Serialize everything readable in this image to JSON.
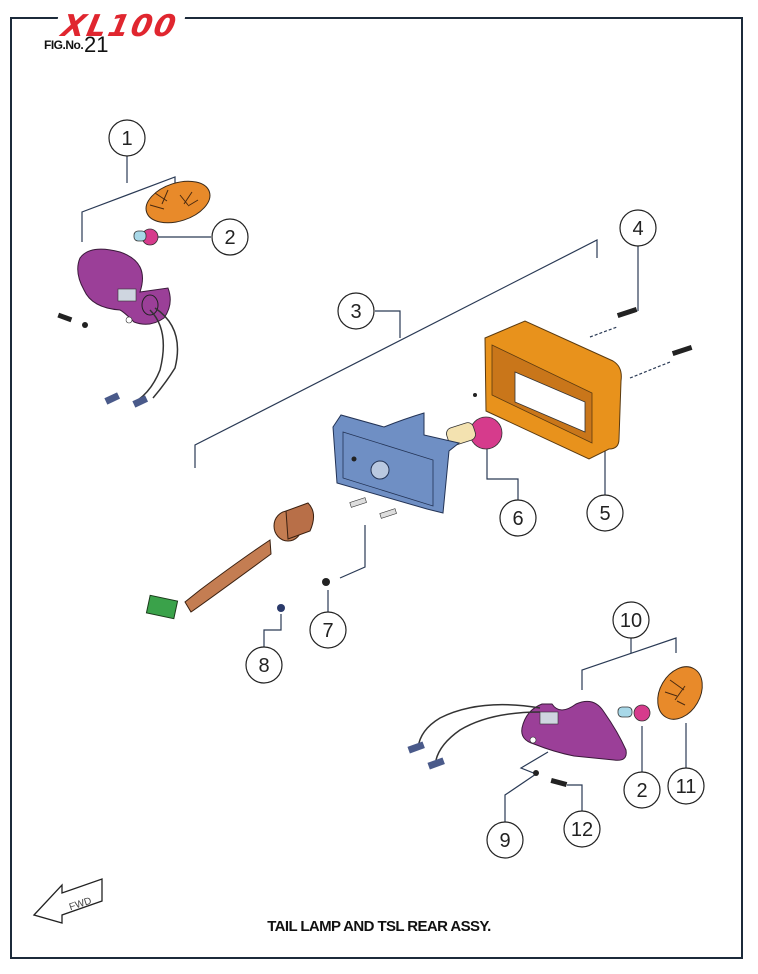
{
  "header": {
    "logo_text": "XL100",
    "fig_label": "FIG.No.",
    "fig_number": "21"
  },
  "caption": "TAIL LAMP AND TSL REAR ASSY.",
  "direction_indicator": {
    "icon": "front-arrow-icon",
    "label": "FWD"
  },
  "colors": {
    "brand_red": "#e0262f",
    "frame": "#1c2a3a",
    "indicator_housing": "#9b3f98",
    "indicator_lens": "#e88a2a",
    "tail_lamp_lens": "#e8921c",
    "bulb_glass": "#d63b8c",
    "lamp_base": "#6f8fc4",
    "harness": "#c47d52",
    "connector": "#3aa24a"
  },
  "callouts": [
    {
      "id": "1",
      "label": "1",
      "part": "rear turn signal assy (left)"
    },
    {
      "id": "2a",
      "label": "2",
      "part": "bulb (left indicator)"
    },
    {
      "id": "3",
      "label": "3",
      "part": "tail lamp assy"
    },
    {
      "id": "4",
      "label": "4",
      "part": "screw"
    },
    {
      "id": "5",
      "label": "5",
      "part": "tail lamp lens"
    },
    {
      "id": "6",
      "label": "6",
      "part": "tail lamp bulb"
    },
    {
      "id": "7",
      "label": "7",
      "part": "nut"
    },
    {
      "id": "8",
      "label": "8",
      "part": "grommet"
    },
    {
      "id": "10",
      "label": "10",
      "part": "rear turn signal assy (right)"
    },
    {
      "id": "2b",
      "label": "2",
      "part": "bulb (right indicator)"
    },
    {
      "id": "11",
      "label": "11",
      "part": "indicator lens"
    },
    {
      "id": "9",
      "label": "9",
      "part": "washer"
    },
    {
      "id": "12",
      "label": "12",
      "part": "screw"
    }
  ]
}
